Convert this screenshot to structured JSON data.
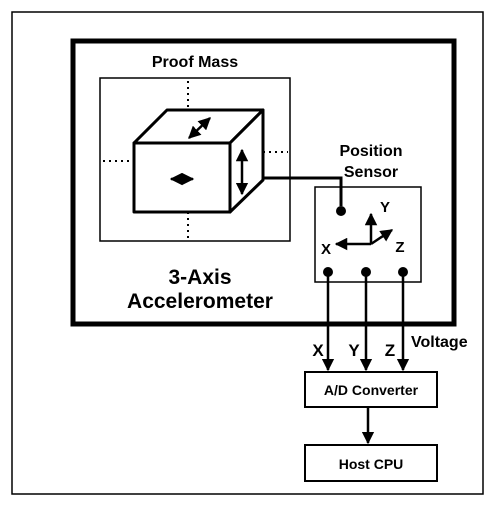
{
  "labels": {
    "proof_mass": "Proof Mass",
    "position_sensor_line1": "Position",
    "position_sensor_line2": "Sensor",
    "accel_line1": "3-Axis",
    "accel_line2": "Accelerometer",
    "axis_x": "X",
    "axis_y": "Y",
    "axis_z": "Z",
    "output_x": "X",
    "output_y": "Y",
    "output_z": "Z",
    "voltage": "Voltage",
    "ad_converter": "A/D Converter",
    "host_cpu": "Host CPU"
  },
  "colors": {
    "ink": "#000000",
    "background": "#ffffff",
    "mass_face": "#ffffff"
  }
}
